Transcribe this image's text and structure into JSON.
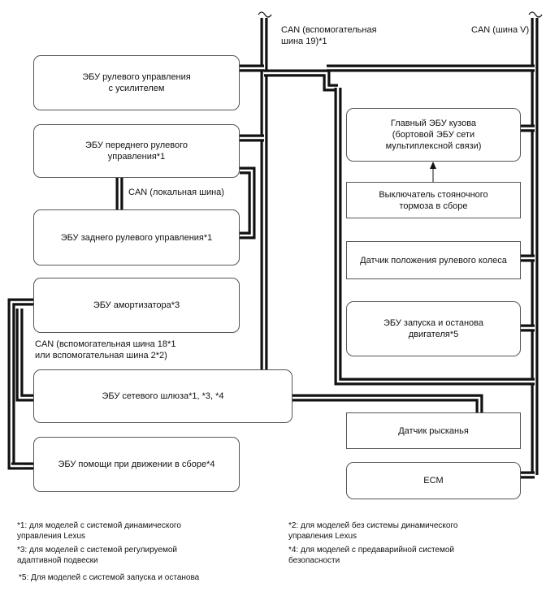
{
  "bus_labels": {
    "can_aux19": "CAN (вспомогательная\nшина 19)*1",
    "can_v": "CAN (шина V)",
    "can_local": "CAN (локальная шина)",
    "can_aux18": "CAN (вспомогательная шина 18*1\nили вспомогательная шина 2*2)"
  },
  "ecus": {
    "eps": "ЭБУ рулевого управления\nс усилителем",
    "front_steer": "ЭБУ переднего рулевого\nуправления*1",
    "rear_steer": "ЭБУ заднего рулевого управления*1",
    "damper": "ЭБУ амортизатора*3",
    "gateway": "ЭБУ сетевого шлюза*1, *3, *4",
    "drive_assist": "ЭБУ помощи при движении в сборе*4",
    "main_body": "Главный ЭБУ кузова\n(бортовой ЭБУ сети\nмультиплексной связи)",
    "parking_switch": "Выключатель стояночного\nтормоза в сборе",
    "steering_sensor": "Датчик положения рулевого колеса",
    "stop_start": "ЭБУ запуска и останова\nдвигателя*5",
    "yaw_sensor": "Датчик рысканья",
    "ecm": "ECM"
  },
  "footnotes": {
    "n1": "*1: для моделей с системой динамического\nуправления Lexus",
    "n2": "*2: для моделей без системы динамического\nуправления Lexus",
    "n3": "*3: для моделей с системой регулируемой\nадаптивной подвески",
    "n4": "*4: для моделей с предаварийной системой\nбезопасности",
    "n5": "*5: Для моделей с системой запуска и останова"
  }
}
